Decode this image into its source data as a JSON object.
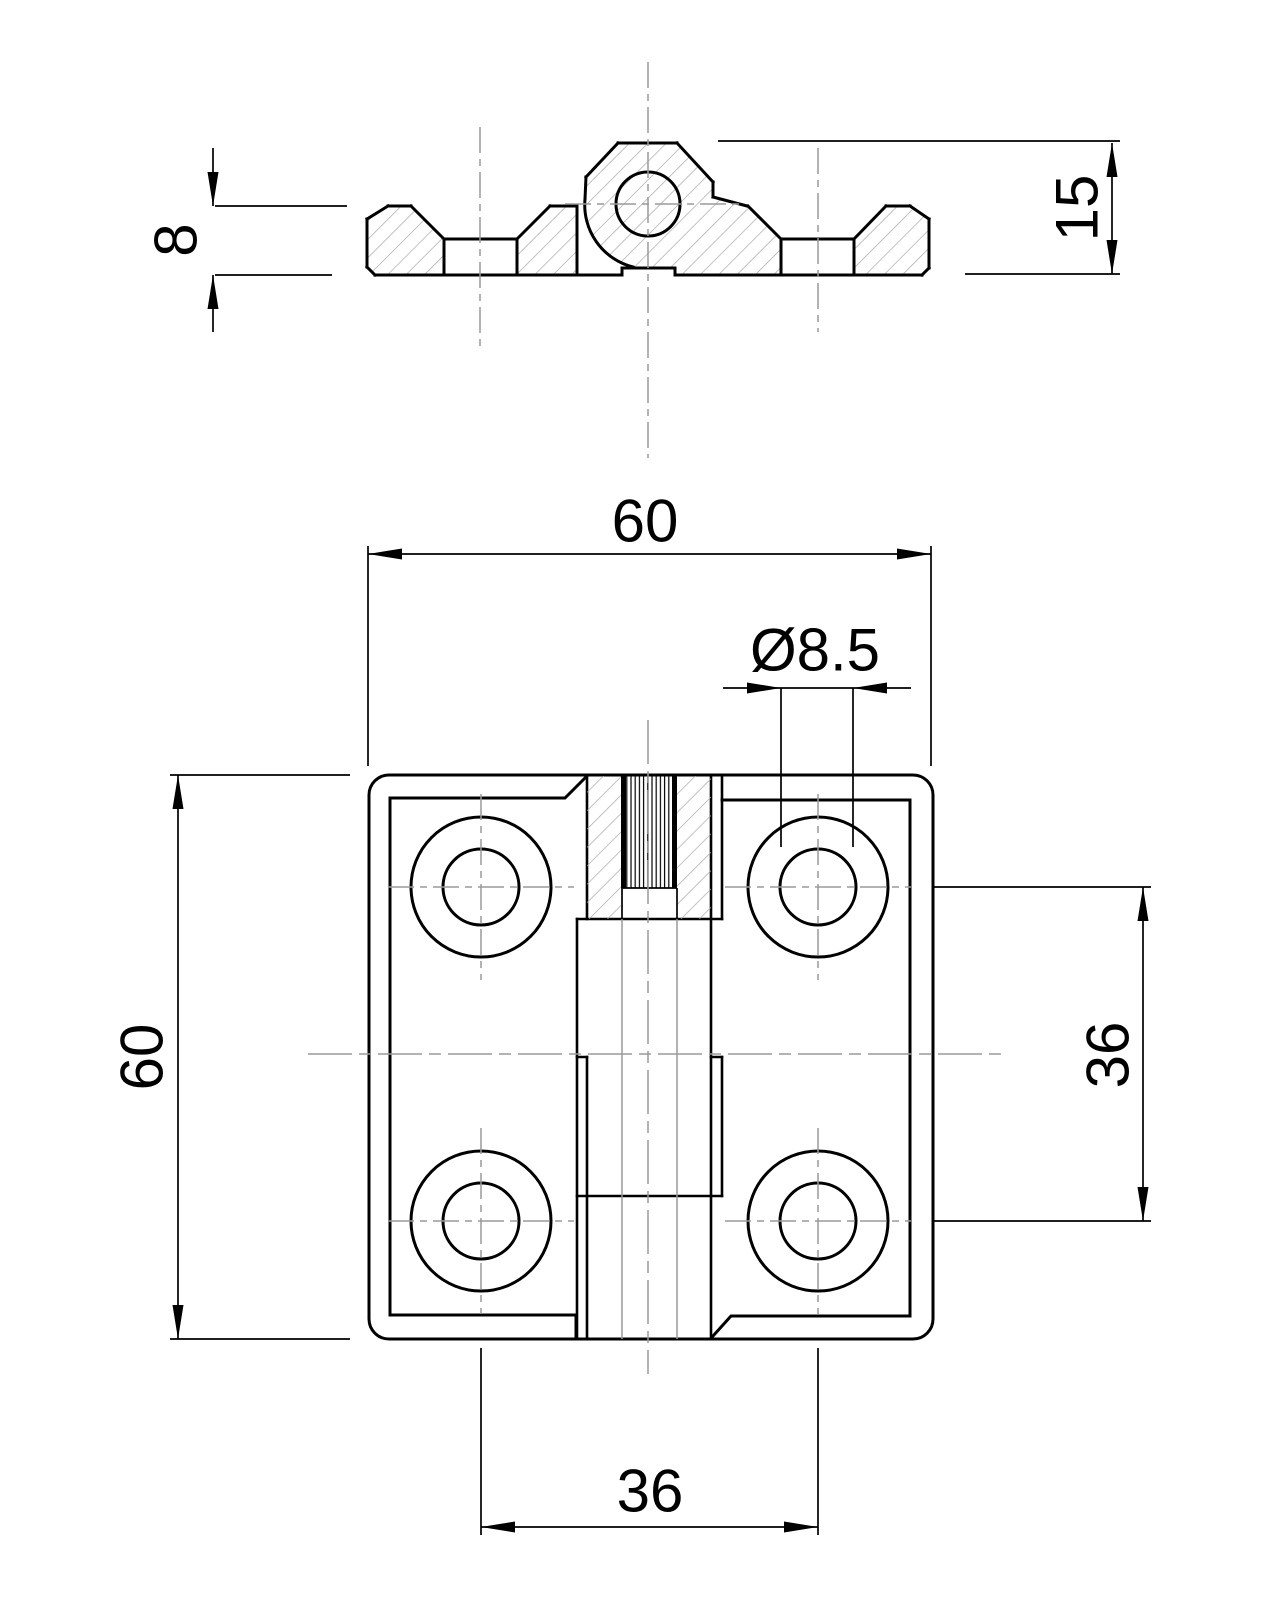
{
  "drawing": {
    "kind": "hinge-technical-drawing",
    "colors": {
      "line": "#000000",
      "centerline": "#9a9a9a",
      "hatch": "#a8a8a8",
      "background": "#ffffff"
    },
    "dimensions": {
      "plate_thickness": "8",
      "overall_height": "15",
      "overall_width": "60",
      "overall_depth": "60",
      "hole_diameter": "Ø8.5",
      "hole_spacing_horizontal": "36",
      "hole_spacing_vertical": "36"
    }
  }
}
